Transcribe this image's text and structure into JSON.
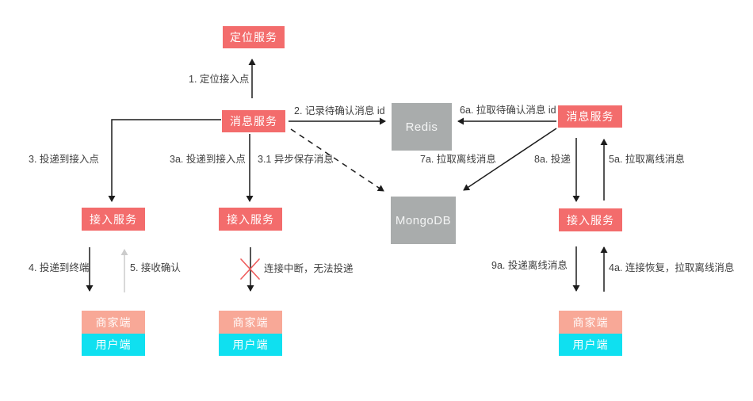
{
  "colors": {
    "service_red": "#f36c6c",
    "db_gray": "#a9acac",
    "merchant_salmon": "#f8a897",
    "user_cyan": "#0fe0f0",
    "label_text": "#3e3e3e",
    "arrow_black": "#1c1c1c",
    "arrow_light_gray": "#cccccc",
    "broken_x_red": "#ef5b5b"
  },
  "nodes": {
    "locate": "定位服务",
    "msg_left": "消息服务",
    "redis": "Redis",
    "msg_right": "消息服务",
    "mongodb": "MongoDB",
    "access_left": "接入服务",
    "access_mid": "接入服务",
    "access_right": "接入服务",
    "merchant_left": "商家端",
    "user_left": "用户端",
    "merchant_mid": "商家端",
    "user_mid": "用户端",
    "merchant_right": "商家端",
    "user_right": "用户端"
  },
  "edges": {
    "e1": "1. 定位接入点",
    "e2": "2. 记录待确认消息 id",
    "e3": "3. 投递到接入点",
    "e3a": "3a. 投递到接入点",
    "e31": "3.1 异步保存消息",
    "e4": "4. 投递到终端",
    "e5": "5. 接收确认",
    "e6a": "6a. 拉取待确认消息 id",
    "e7a": "7a. 拉取离线消息",
    "e8a": "8a. 投递",
    "e5a": "5a. 拉取离线消息",
    "e9a": "9a. 投递离线消息",
    "e4a": "4a. 连接恢复，拉取离线消息",
    "broken": "连接中断，无法投递"
  }
}
